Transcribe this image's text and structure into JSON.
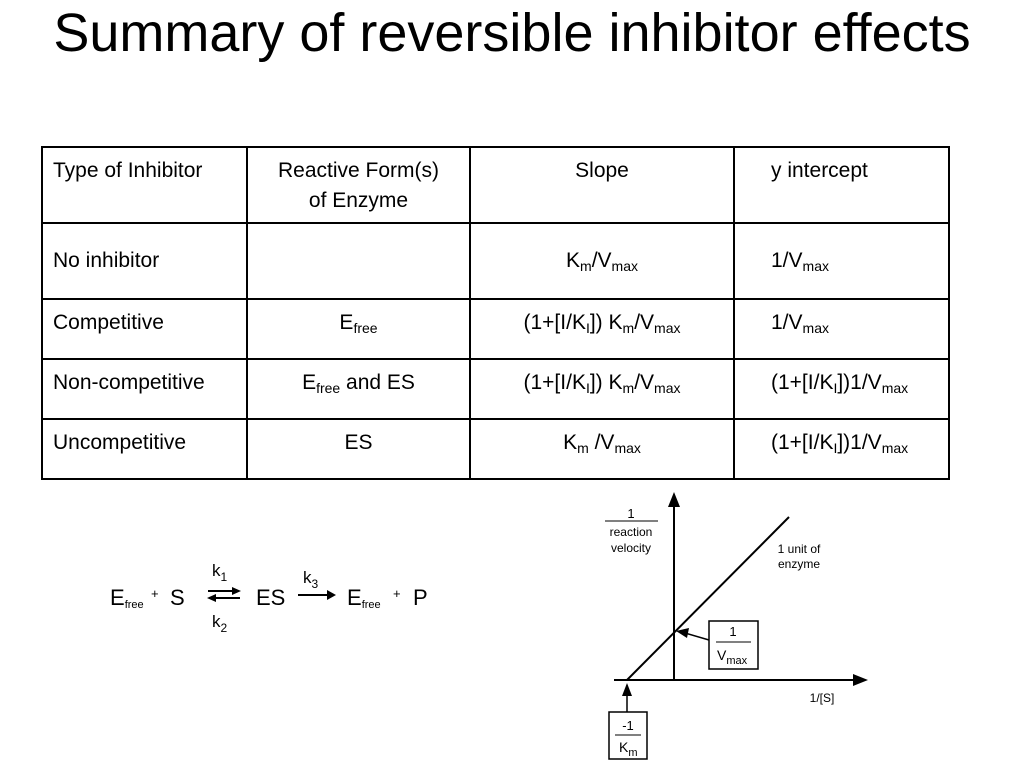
{
  "title": "Summary of reversible inhibitor effects",
  "table": {
    "headers": {
      "type": "Type of Inhibitor",
      "forms_line1": "Reactive Form(s)",
      "forms_line2": "of Enzyme",
      "slope": "Slope",
      "yint": "y intercept"
    },
    "rows": [
      {
        "type": "No inhibitor",
        "forms": {
          "a": "",
          "a_sub": "",
          "b": ""
        },
        "slope": {
          "p1": "K",
          "s1": "m",
          "p2": "/V",
          "s2": "max"
        },
        "yint": {
          "p1": "1/V",
          "s1": "max"
        }
      },
      {
        "type": "Competitive",
        "forms": {
          "a": "E",
          "a_sub": "free",
          "b": ""
        },
        "slope": {
          "p0": "(1+[I/K",
          "s0": "I",
          "p1": "]) K",
          "s1": "m",
          "p2": "/V",
          "s2": "max"
        },
        "yint": {
          "p1": "1/V",
          "s1": "max"
        }
      },
      {
        "type": "Non-competitive",
        "forms": {
          "a": "E",
          "a_sub": "free",
          "b": " and ES"
        },
        "slope": {
          "p0": "(1+[I/K",
          "s0": "I",
          "p1": "]) K",
          "s1": "m",
          "p2": "/V",
          "s2": "max"
        },
        "yint": {
          "p0": "(1+[I/K",
          "s0": "I",
          "p1": "])1/V",
          "s1": "max"
        }
      },
      {
        "type": "Uncompetitive",
        "forms": {
          "a": "ES",
          "a_sub": "",
          "b": ""
        },
        "slope": {
          "p1": "K",
          "s1": "m",
          "p2": " /V",
          "s2": "max"
        },
        "yint": {
          "p0": "(1+[I/K",
          "s0": "I",
          "p1": "])1/V",
          "s1": "max"
        }
      }
    ]
  },
  "scheme": {
    "e": "E",
    "e_sub": "free",
    "plus": "+",
    "s": "S",
    "k1": "k",
    "k1_sub": "1",
    "k2": "k",
    "k2_sub": "2",
    "es": "ES",
    "k3": "k",
    "k3_sub": "3",
    "e2": "E",
    "e2_sub": "free",
    "plus2": "+",
    "p": "P"
  },
  "graph": {
    "y_label_num": "1",
    "y_label_den1": "reaction",
    "y_label_den2": "velocity",
    "line_label1": "1 unit of",
    "line_label2": "enzyme",
    "vmax_num": "1",
    "vmax_den": "V",
    "vmax_den_sub": "max",
    "x_label": "1/[S]",
    "km_num": "-1",
    "km_den": "K",
    "km_den_sub": "m"
  }
}
